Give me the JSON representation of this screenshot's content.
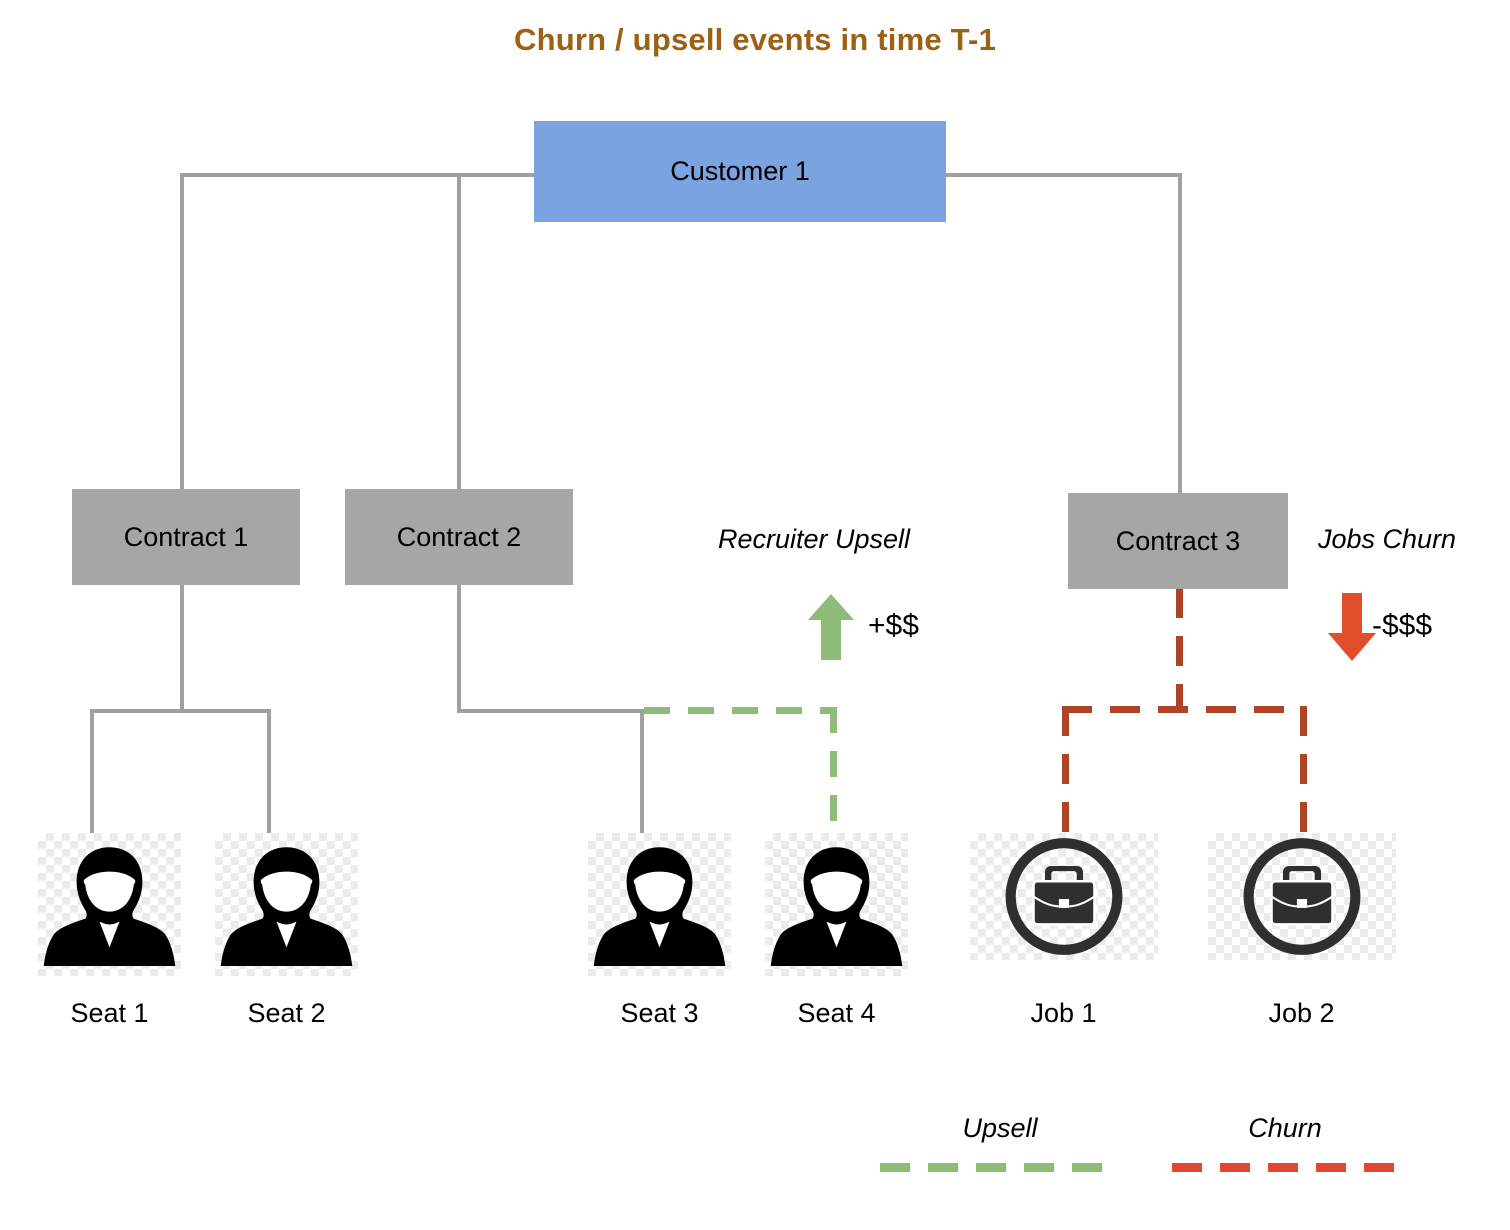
{
  "title": "Churn / upsell events in time T-1",
  "colors": {
    "title": "#9C6114",
    "customer_box": "#7BA3E0",
    "contract_box": "#A6A6A6",
    "connector_gray": "#A0A0A0",
    "upsell_green": "#8FBC79",
    "churn_red": "#AD4426",
    "churn_arrow_orange": "#E04E2C",
    "legend_churn_red": "#E2472F",
    "icon_black": "#000000",
    "job_icon_dark": "#2F2F2F"
  },
  "nodes": {
    "customer": {
      "label": "Customer 1"
    },
    "contracts": [
      {
        "label": "Contract 1"
      },
      {
        "label": "Contract 2"
      },
      {
        "label": "Contract 3"
      }
    ],
    "seats": [
      {
        "label": "Seat 1",
        "icon": "person-icon"
      },
      {
        "label": "Seat 2",
        "icon": "person-icon"
      },
      {
        "label": "Seat 3",
        "icon": "person-icon"
      },
      {
        "label": "Seat 4",
        "icon": "person-icon"
      }
    ],
    "jobs": [
      {
        "label": "Job 1",
        "icon": "briefcase-circle-icon"
      },
      {
        "label": "Job 2",
        "icon": "briefcase-circle-icon"
      }
    ]
  },
  "events": {
    "upsell": {
      "label": "Recruiter Upsell",
      "amount": "+$$",
      "arrow": "arrow-up-icon",
      "direction": "up"
    },
    "churn": {
      "label": "Jobs Churn",
      "amount": "-$$$",
      "arrow": "arrow-down-icon",
      "direction": "down"
    }
  },
  "legend": {
    "items": [
      {
        "label": "Upsell",
        "style": "green-dashed"
      },
      {
        "label": "Churn",
        "style": "red-dashed"
      }
    ]
  }
}
